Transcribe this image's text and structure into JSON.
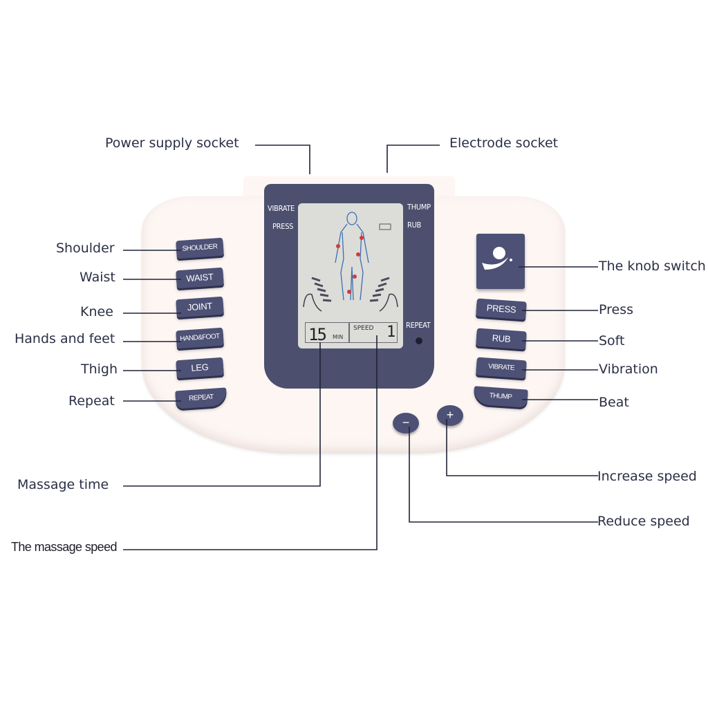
{
  "callouts": {
    "power_supply_socket": "Power supply socket",
    "electrode_socket": "Electrode socket",
    "shoulder": "Shoulder",
    "waist": "Waist",
    "knee": "Knee",
    "hands_and_feet": "Hands and feet",
    "thigh": "Thigh",
    "repeat": "Repeat",
    "massage_time": "Massage time",
    "massage_speed": "The massage speed",
    "knob_switch": "The knob switch",
    "press": "Press",
    "soft": "Soft",
    "vibration": "Vibration",
    "beat": "Beat",
    "increase_speed": "Increase speed",
    "reduce_speed": "Reduce speed"
  },
  "device": {
    "left_buttons": [
      "SHOULDER",
      "WAIST",
      "JOINT",
      "HAND&FOOT",
      "LEG",
      "REPEAT"
    ],
    "right_buttons": [
      "PRESS",
      "RUB",
      "VIBRATE",
      "THUMP"
    ],
    "minus_label": "−",
    "plus_label": "+",
    "frame_labels": {
      "vibrate": "VIBRATE",
      "press": "PRESS",
      "thump": "THUMP",
      "rub": "RUB",
      "repeat": "REPEAT"
    },
    "lcd": {
      "time_value": "15",
      "time_unit": "MIN",
      "speed_label": "SPEED",
      "speed_value": "1"
    }
  },
  "colors": {
    "label_text": "#2b2f45",
    "leader_line": "#1f2236",
    "button": "#4d5175",
    "frame": "#4c506e",
    "body": "#fdf6f3",
    "lcd": "#dcdcd9",
    "acupoint": "#d23a3a"
  }
}
